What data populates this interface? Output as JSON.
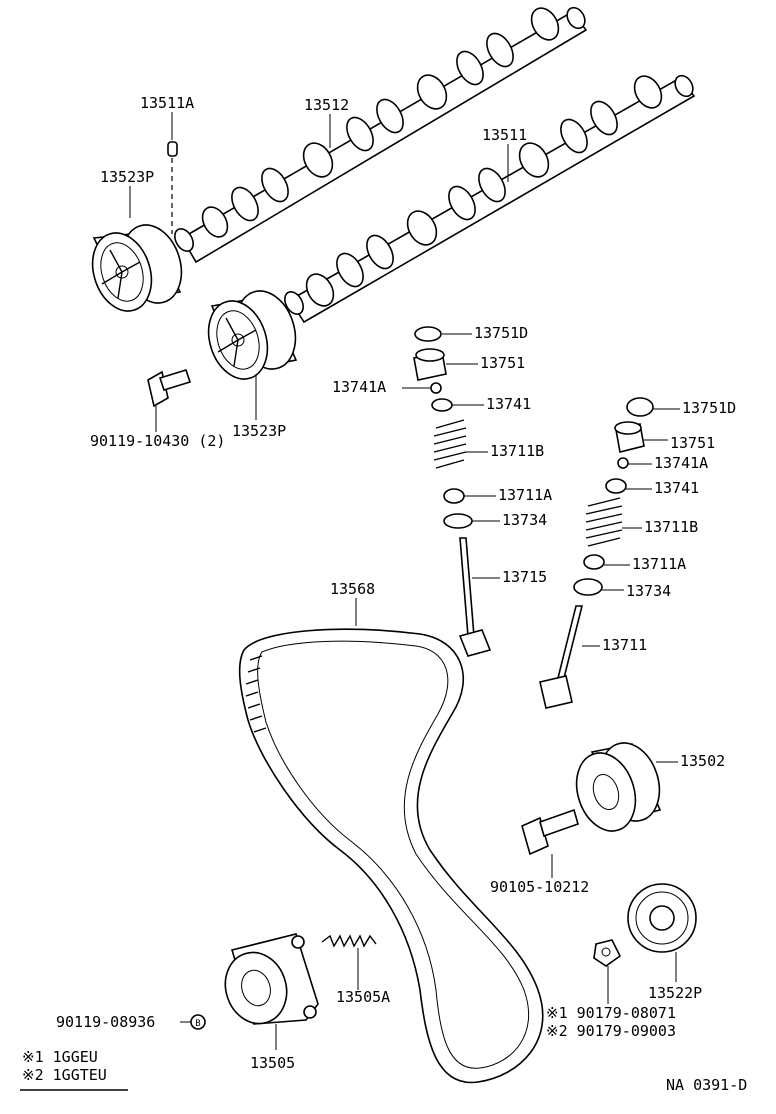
{
  "labels": {
    "p13511A": "13511A",
    "p13512": "13512",
    "p13511": "13511",
    "p13523P_top": "13523P",
    "p13523P_bottom": "13523P",
    "p90119_10430": "90119-10430 (2)",
    "p13751D_a": "13751D",
    "p13751_a": "13751",
    "p13741A_a": "13741A",
    "p13741_a": "13741",
    "p13711B_a": "13711B",
    "p13711A_a": "13711A",
    "p13734_a": "13734",
    "p13715": "13715",
    "p13751D_b": "13751D",
    "p13751_b": "13751",
    "p13741A_b": "13741A",
    "p13741_b": "13741",
    "p13711B_b": "13711B",
    "p13711A_b": "13711A",
    "p13734_b": "13734",
    "p13711": "13711",
    "p13568": "13568",
    "p13502": "13502",
    "p90105_10212": "90105-10212",
    "p13522P": "13522P",
    "p90179_08071": "※1  90179-08071",
    "p90179_09003": "※2  90179-09003",
    "p13505A": "13505A",
    "p90119_08936": "90119-08936",
    "p13505": "13505",
    "b_marker": "B"
  },
  "legend": {
    "note1": "※1  1GGEU",
    "note2": "※2  1GGTEU"
  },
  "code": "NA  0391-D"
}
